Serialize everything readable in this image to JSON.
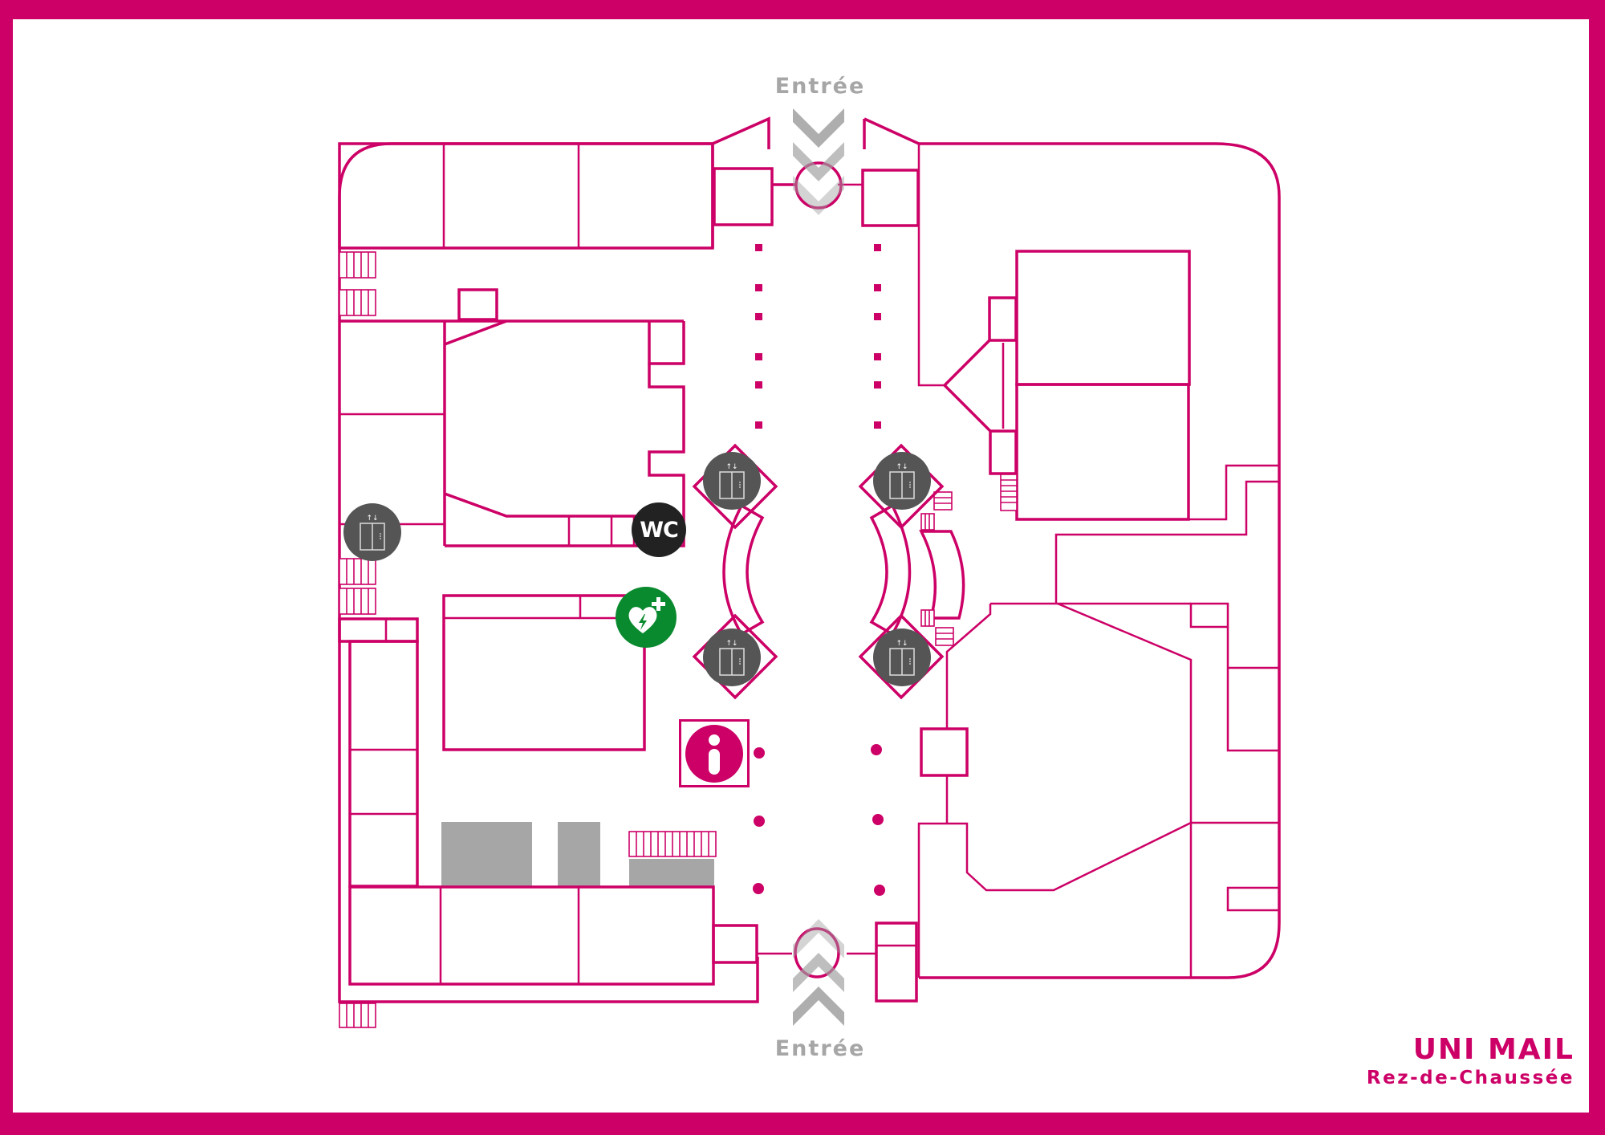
{
  "map": {
    "building_name": "UNI MAIL",
    "floor_name": "Rez-de-Chaussée",
    "colors": {
      "brand": "#cc0066",
      "entrance_arrow": "#a6a6a6",
      "elevator": "#555555",
      "wc": "#222222",
      "aed": "#0a8a2e",
      "blocked_area": "#a6a6a6"
    },
    "entrances": [
      {
        "id": "north",
        "label": "Entrée",
        "arrow_direction": "down",
        "icon": "chevron-down-icon"
      },
      {
        "id": "south",
        "label": "Entrée",
        "arrow_direction": "up",
        "icon": "chevron-up-icon"
      }
    ],
    "pois": [
      {
        "type": "elevator",
        "icon": "elevator-icon",
        "glyph": "↑↓"
      },
      {
        "type": "elevator",
        "icon": "elevator-icon",
        "glyph": "↑↓"
      },
      {
        "type": "elevator",
        "icon": "elevator-icon",
        "glyph": "↑↓"
      },
      {
        "type": "elevator",
        "icon": "elevator-icon",
        "glyph": "↑↓"
      },
      {
        "type": "elevator",
        "icon": "elevator-icon",
        "glyph": "↑↓"
      },
      {
        "type": "wc",
        "icon": "wc-icon",
        "label": "WC"
      },
      {
        "type": "aed",
        "icon": "defibrillator-icon",
        "glyph": "+"
      },
      {
        "type": "info",
        "icon": "info-icon",
        "glyph": "i"
      }
    ]
  }
}
